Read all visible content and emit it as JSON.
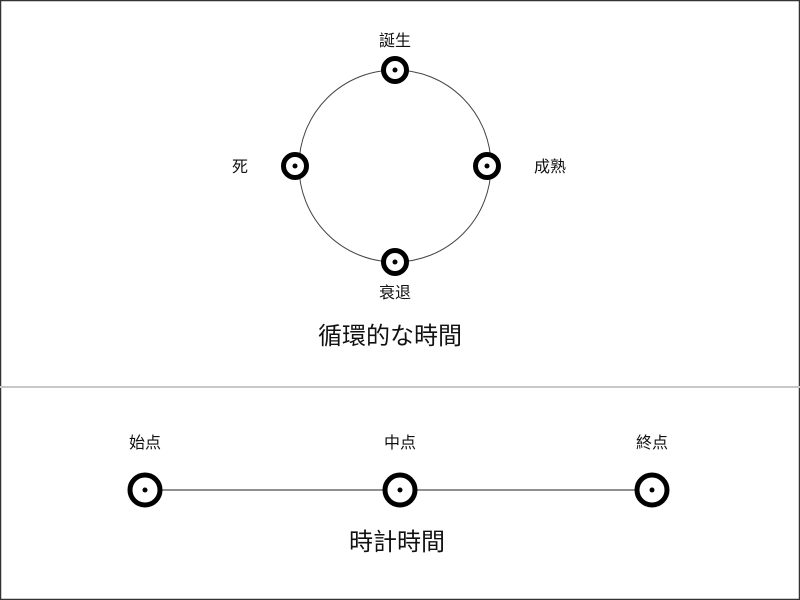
{
  "cyclical": {
    "title": "循環的な時間",
    "nodes": {
      "top": "誕生",
      "right": "成熟",
      "bottom": "衰退",
      "left": "死"
    }
  },
  "linear": {
    "title": "時計時間",
    "nodes": {
      "start": "始点",
      "middle": "中点",
      "end": "終点"
    }
  }
}
